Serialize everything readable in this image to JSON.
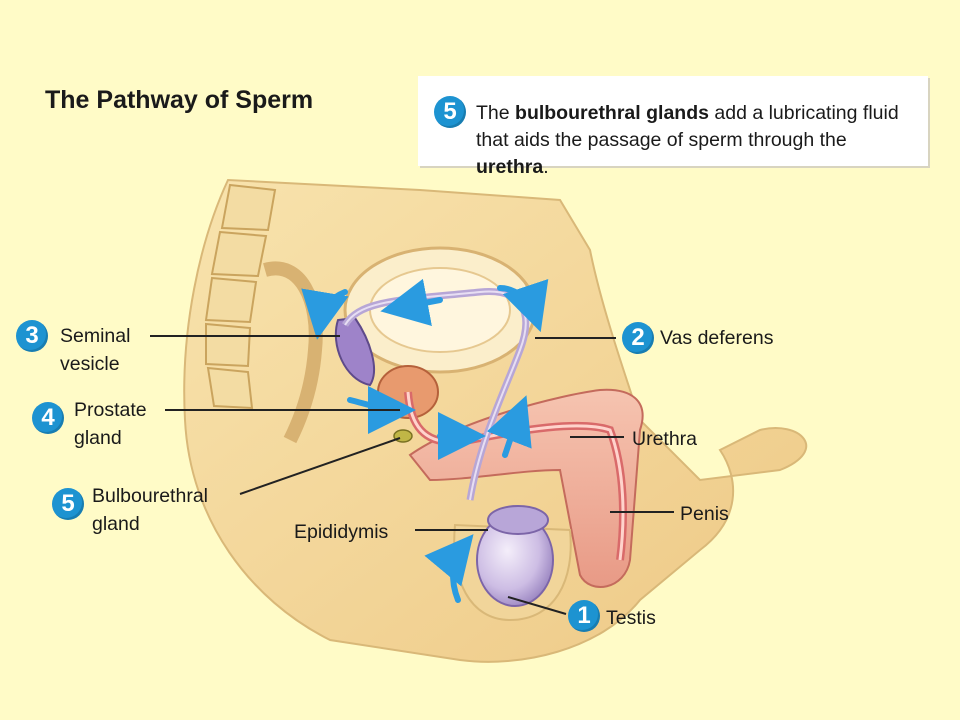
{
  "title": "The Pathway of Sperm",
  "callout": {
    "badge": "5",
    "t1": "The ",
    "b1": "bulbourethral glands",
    "t2": " add a lubricating fluid that aids the passage of sperm through the ",
    "b2": "urethra",
    "t3": "."
  },
  "labels": {
    "seminal_vesicle": {
      "badge": "3",
      "line1": "Seminal",
      "line2": "vesicle"
    },
    "prostate_gland": {
      "badge": "4",
      "line1": "Prostate",
      "line2": "gland"
    },
    "bulbourethral_gland": {
      "badge": "5",
      "line1": "Bulbourethral",
      "line2": "gland"
    },
    "epididymis": {
      "text": "Epididymis"
    },
    "vas_deferens": {
      "badge": "2",
      "text": "Vas deferens"
    },
    "urethra": {
      "text": "Urethra"
    },
    "penis": {
      "text": "Penis"
    },
    "testis": {
      "badge": "1",
      "text": "Testis"
    }
  },
  "colors": {
    "background": "#fffbc7",
    "badge": "#1d93d1",
    "arrow": "#2a9be0",
    "duct": "#b7a6d6",
    "tissue": "#f3d79a",
    "urethra_red": "#d96a6a"
  }
}
